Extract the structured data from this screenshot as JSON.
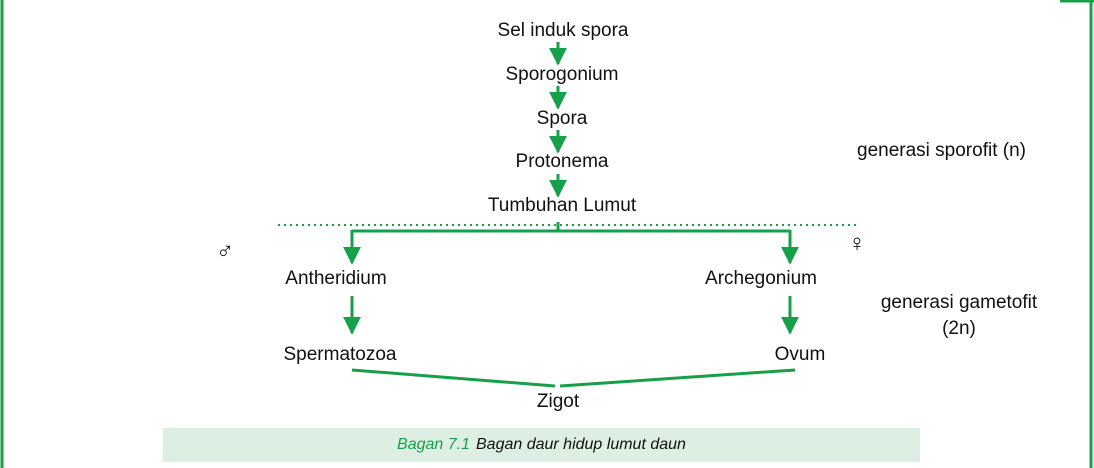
{
  "diagram": {
    "chain": [
      "Sel induk spora",
      "Sporogonium",
      "Spora",
      "Protonema",
      "Tumbuhan Lumut"
    ],
    "left_branch": [
      "Antheridium",
      "Spermatozoa"
    ],
    "right_branch": [
      "Archegonium",
      "Ovum"
    ],
    "merge": "Zigot",
    "male_symbol": "♂",
    "female_symbol": "♀",
    "labels": {
      "sporofit": "generasi sporofit (n)",
      "gametofit_line1": "generasi gametofit",
      "gametofit_line2": "(2n)"
    }
  },
  "caption": {
    "number": "Bagan 7.1",
    "text": "Bagan daur hidup lumut daun"
  },
  "colors": {
    "accent": "#16a049",
    "frame": "#16a049",
    "caption_bg": "#dcefe2"
  }
}
